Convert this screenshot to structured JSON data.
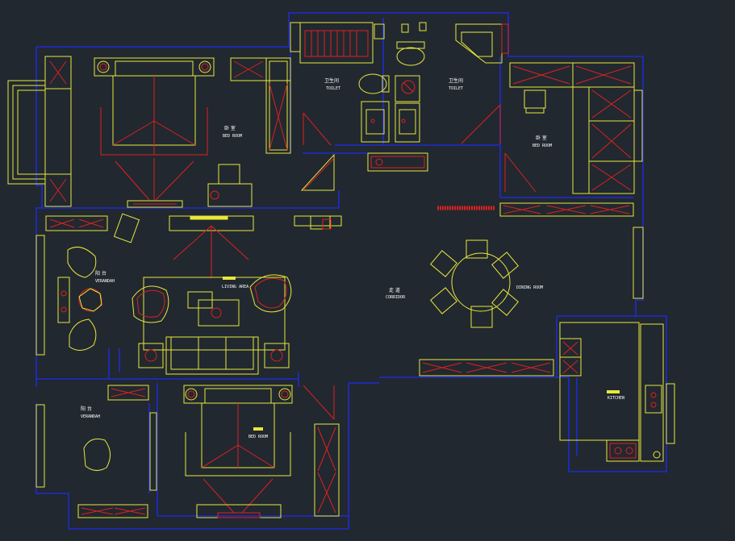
{
  "colors": {
    "background": "#212830",
    "walls": "#1f2bd1",
    "furniture": "#e8e83a",
    "detail": "#e0201e",
    "label": "#ffffff"
  },
  "rooms": {
    "master_bedroom": {
      "cn": "卧 室",
      "en": "BED ROOM"
    },
    "toilet_left": {
      "cn": "卫生间",
      "en": "TOILET"
    },
    "toilet_right": {
      "cn": "卫生间",
      "en": "TOILET"
    },
    "bedroom_right": {
      "cn": "卧 室",
      "en": "BED ROOM"
    },
    "veranda_top": {
      "cn": "阳 台",
      "en": "VERANDAH"
    },
    "living": {
      "en": "LIVING AREA"
    },
    "corridor": {
      "cn": "走 道",
      "en": "CORRIDOR"
    },
    "dining": {
      "en": "DINING ROOM"
    },
    "kitchen": {
      "en": "KITCHEN"
    },
    "veranda_bottom": {
      "cn": "阳 台",
      "en": "VERANDAH"
    },
    "bedroom_bottom": {
      "en": "BED ROOM"
    }
  }
}
